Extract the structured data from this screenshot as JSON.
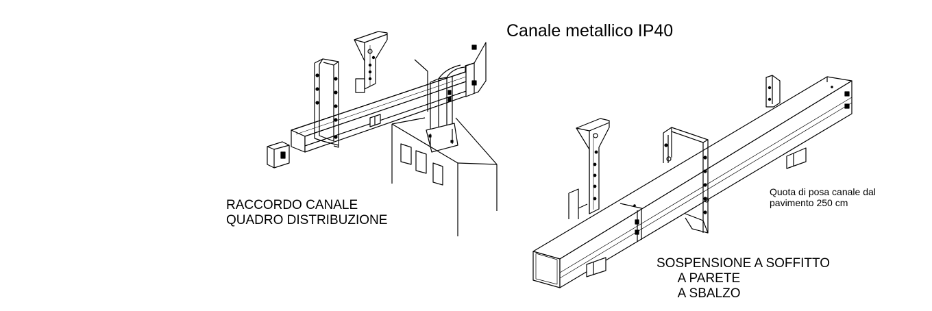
{
  "title": "Canale metallico IP40",
  "labels": {
    "panel_connection": "RACCORDO CANALE\nQUADRO DISTRIBUZIONE",
    "suspension": "SOSPENSIONE A SOFFITTO\n      A PARETE\n      A SBALZO",
    "height_note": "Quota di posa canale dal\npavimento 250 cm"
  }
}
